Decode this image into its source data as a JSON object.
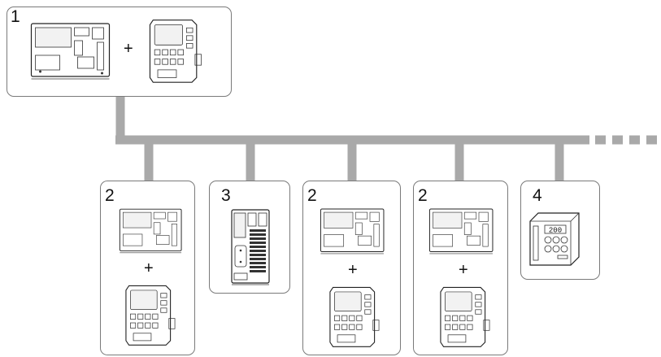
{
  "diagram": {
    "nodes": [
      {
        "id": "node-1",
        "label": "1",
        "plus": "+"
      },
      {
        "id": "node-2a",
        "label": "2",
        "plus": "+"
      },
      {
        "id": "node-3",
        "label": "3"
      },
      {
        "id": "node-2b",
        "label": "2",
        "plus": "+"
      },
      {
        "id": "node-2c",
        "label": "2",
        "plus": "+"
      },
      {
        "id": "node-4",
        "label": "4",
        "display": "200"
      }
    ],
    "bus": {
      "color": "#a9a9a9",
      "continues": true
    },
    "icons": [
      "display-unit-rear-icon",
      "communication-module-icon",
      "plc-controller-icon",
      "temperature-controller-icon"
    ]
  }
}
